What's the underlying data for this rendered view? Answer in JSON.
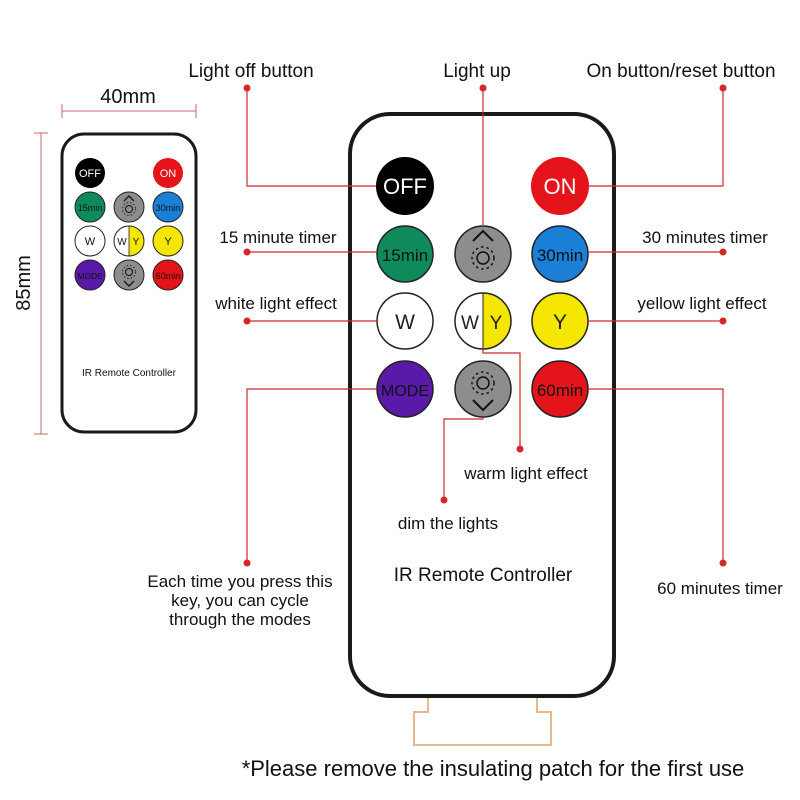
{
  "small_remote": {
    "width_label": "40mm",
    "height_label": "85mm",
    "brand": "IR Remote Controller",
    "buttons": {
      "off": "OFF",
      "on": "ON",
      "t15": "15min",
      "t30": "30min",
      "w": "W",
      "wy_w": "W",
      "wy_y": "Y",
      "y": "Y",
      "mode": "MODE",
      "t60": "60min"
    }
  },
  "large_remote": {
    "brand": "IR Remote Controller",
    "buttons": {
      "off": "OFF",
      "on": "ON",
      "t15": "15min",
      "t30": "30min",
      "w": "W",
      "wy_w": "W",
      "wy_y": "Y",
      "y": "Y",
      "mode": "MODE",
      "t60": "60min"
    }
  },
  "callouts": {
    "light_off": "Light off button",
    "light_up": "Light up",
    "on_reset": "On button/reset button",
    "timer15": "15 minute timer",
    "timer30": "30 minutes timer",
    "white": "white light effect",
    "yellow": "yellow light effect",
    "warm": "warm light effect",
    "dim": "dim the lights",
    "mode_line1": "Each time you press this",
    "mode_line2": "key, you can cycle",
    "mode_line3": "through the modes",
    "timer60": "60 minutes timer"
  },
  "notice": "*Please remove the insulating patch for the first use",
  "colors": {
    "off": "#000000",
    "on": "#e5141b",
    "green": "#0f8a5b",
    "blue": "#1a7fd6",
    "yellow": "#f5e600",
    "purple": "#5a19a8",
    "red": "#e5141b",
    "gray": "#8d8d8d",
    "leader": "#d42727",
    "dim_line": "#c76a6a",
    "patch": "#e6b88f"
  }
}
